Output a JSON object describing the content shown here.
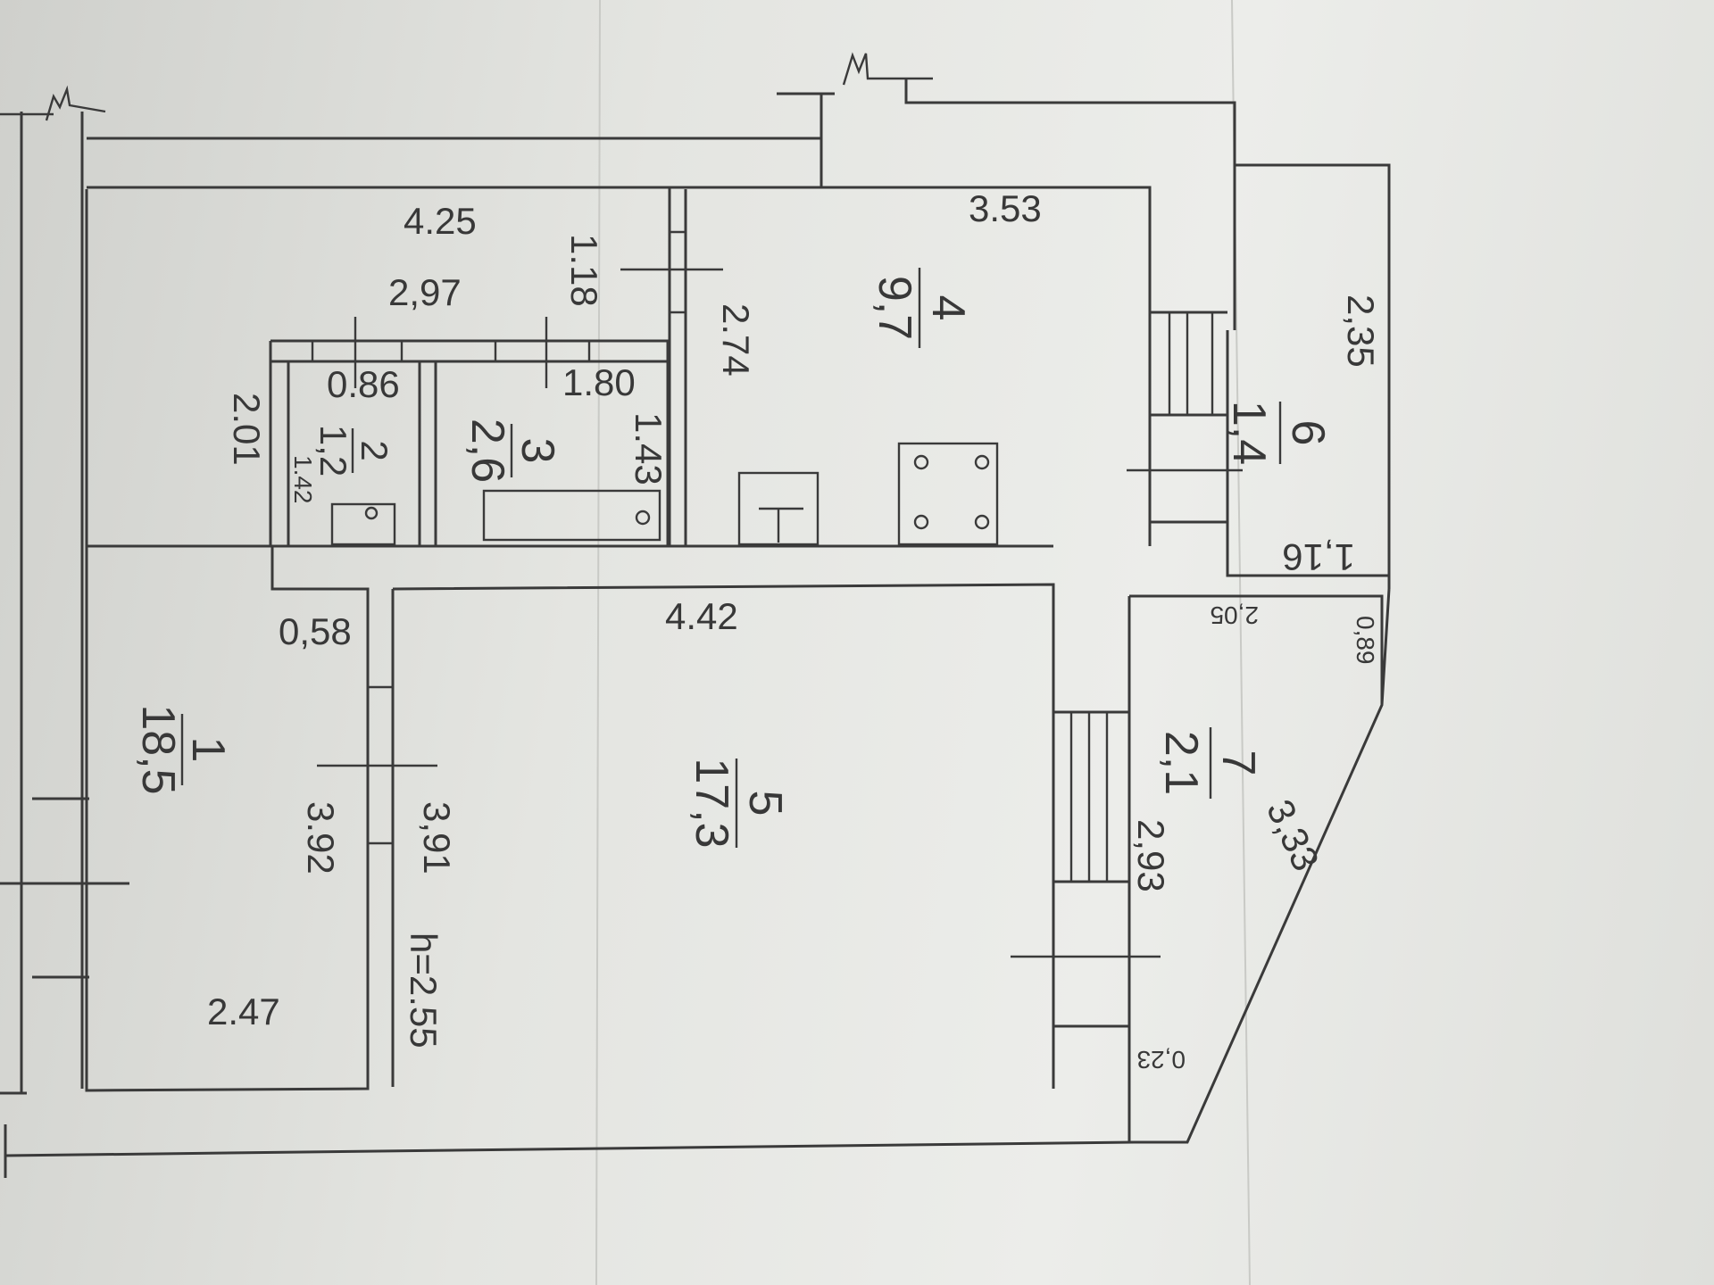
{
  "rooms": [
    {
      "id": "1",
      "area": "18,5"
    },
    {
      "id": "2",
      "area": "1,2"
    },
    {
      "id": "3",
      "area": "2,6"
    },
    {
      "id": "4",
      "area": "9,7"
    },
    {
      "id": "5",
      "area": "17,3"
    },
    {
      "id": "6",
      "area": "1,4"
    },
    {
      "id": "7",
      "area": "2,1"
    }
  ],
  "dimensions": {
    "d_4_25": "4.25",
    "d_3_53": "3.53",
    "d_2_97": "2,97",
    "d_1_18": "1.18",
    "d_2_74": "2.74",
    "d_0_86": "0.86",
    "d_1_80": "1.80",
    "d_2_01": "2.01",
    "d_1_43": "1.43",
    "d_1_42": "1.42",
    "d_2_35": "2,35",
    "d_1_16": "1,16",
    "d_2_05": "2,05",
    "d_0_89": "0,89",
    "d_0_58": "0,58",
    "d_4_42": "4.42",
    "d_3_92": "3.92",
    "d_3_91": "3,91",
    "d_2_93": "2,93",
    "d_3_33": "3,33",
    "d_2_47": "2.47",
    "d_0_23": "0,23",
    "ceiling": "h=2.55"
  }
}
